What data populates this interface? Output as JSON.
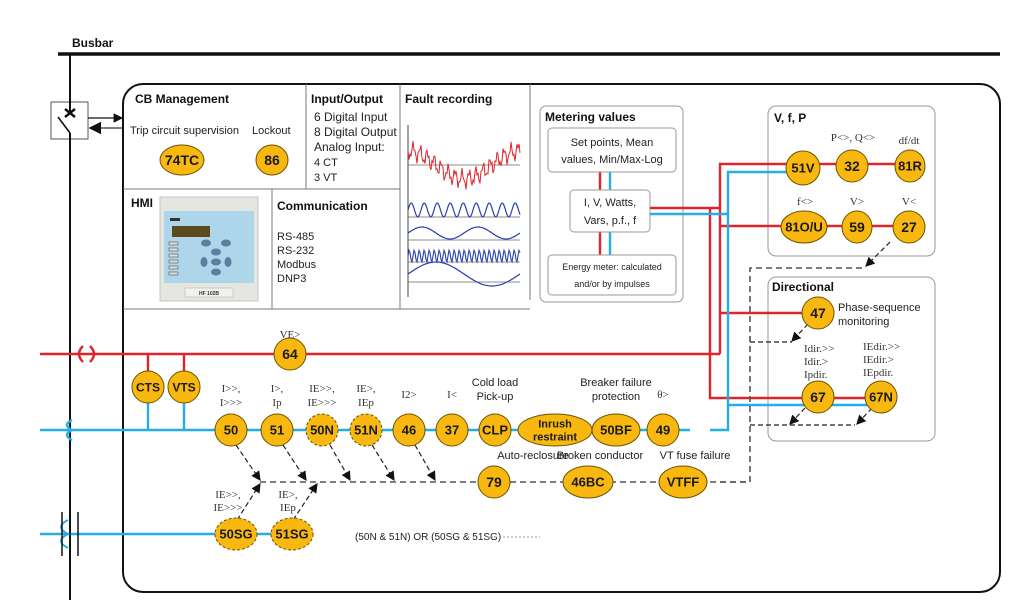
{
  "busbar": {
    "label": "Busbar"
  },
  "cb_management": {
    "title": "CB Management",
    "trip_label": "Trip circuit supervision",
    "lockout_label": "Lockout",
    "trip_code": "74TC",
    "lockout_code": "86"
  },
  "io": {
    "title": "Input/Output",
    "lines": [
      "6 Digital Input",
      "8 Digital Output",
      "Analog Input:",
      "4 CT",
      "3 VT"
    ]
  },
  "fault": {
    "title": "Fault recording"
  },
  "hmi": {
    "title": "HMI",
    "device_model": "HF 102B"
  },
  "comm": {
    "title": "Communication",
    "lines": [
      "RS-485",
      "RS-232",
      "Modbus",
      "DNP3"
    ]
  },
  "metering": {
    "title": "Metering values",
    "box1": [
      "Set points, Mean",
      "values, Min/Max-Log"
    ],
    "box2": [
      "I, V, Watts,",
      "Vars, p.f., f"
    ],
    "box3": [
      "Energy meter: calculated",
      "and/or by impulses"
    ]
  },
  "vfp": {
    "title": "V, f, P",
    "labels": {
      "p_q": "P<>, Q<>",
      "dfdt": "df/dt",
      "f": "f<>",
      "vgt": "V>",
      "vlt": "V<"
    },
    "codes": {
      "c51v": "51V",
      "c32": "32",
      "c81r": "81R",
      "c81ou": "81O/U",
      "c59": "59",
      "c27": "27"
    }
  },
  "directional": {
    "title": "Directional",
    "phase_seq": [
      "Phase-sequence",
      "monitoring"
    ],
    "c47": "47",
    "c67": "67",
    "c67n": "67N",
    "lbl67": [
      "Idir.>>",
      "Idir.>",
      "Ipdir."
    ],
    "lbl67n": [
      "IEdir.>>",
      "IEdir.>",
      "IEpdir."
    ]
  },
  "row_ve": {
    "label": "VE>",
    "code": "64"
  },
  "supervision": {
    "cts": "CTS",
    "vts": "VTS"
  },
  "main_row": {
    "items": [
      {
        "code": "50",
        "label": [
          "I>>,",
          "I>>>"
        ]
      },
      {
        "code": "51",
        "label": [
          "I>,",
          "Ip"
        ]
      },
      {
        "code": "50N",
        "label": [
          "IE>>,",
          "IE>>>"
        ]
      },
      {
        "code": "51N",
        "label": [
          "IE>,",
          "IEp"
        ]
      },
      {
        "code": "46",
        "label": [
          "I2>",
          ""
        ]
      },
      {
        "code": "37",
        "label": [
          "I<",
          ""
        ]
      },
      {
        "code": "CLP",
        "label": [
          "Cold load",
          "Pick-up"
        ]
      },
      {
        "code": "Inrush restraint",
        "label": [
          "",
          ""
        ]
      },
      {
        "code": "50BF",
        "label": [
          "Breaker failure",
          "protection"
        ]
      },
      {
        "code": "49",
        "label": [
          "θ>",
          ""
        ]
      }
    ],
    "inrush": [
      "Inrush",
      "restraint"
    ]
  },
  "lower_row": {
    "c79": "79",
    "c79_label": "Auto-reclosure",
    "c46bc": "46BC",
    "c46bc_label": "Broken conductor",
    "vtff": "VTFF",
    "vtff_label": "VT fuse failure"
  },
  "sg_row": {
    "c50sg": "50SG",
    "c51sg": "51SG",
    "lbl50sg": [
      "IE>>,",
      "IE>>>"
    ],
    "lbl51sg": [
      "IE>,",
      "IEp"
    ]
  },
  "legend": {
    "text": "(50N & 51N) OR (50SG & 51SG)"
  },
  "colors": {
    "relay_fill": "#f8b80f",
    "red_line": "#e0242c",
    "blue_line": "#25aee6"
  }
}
